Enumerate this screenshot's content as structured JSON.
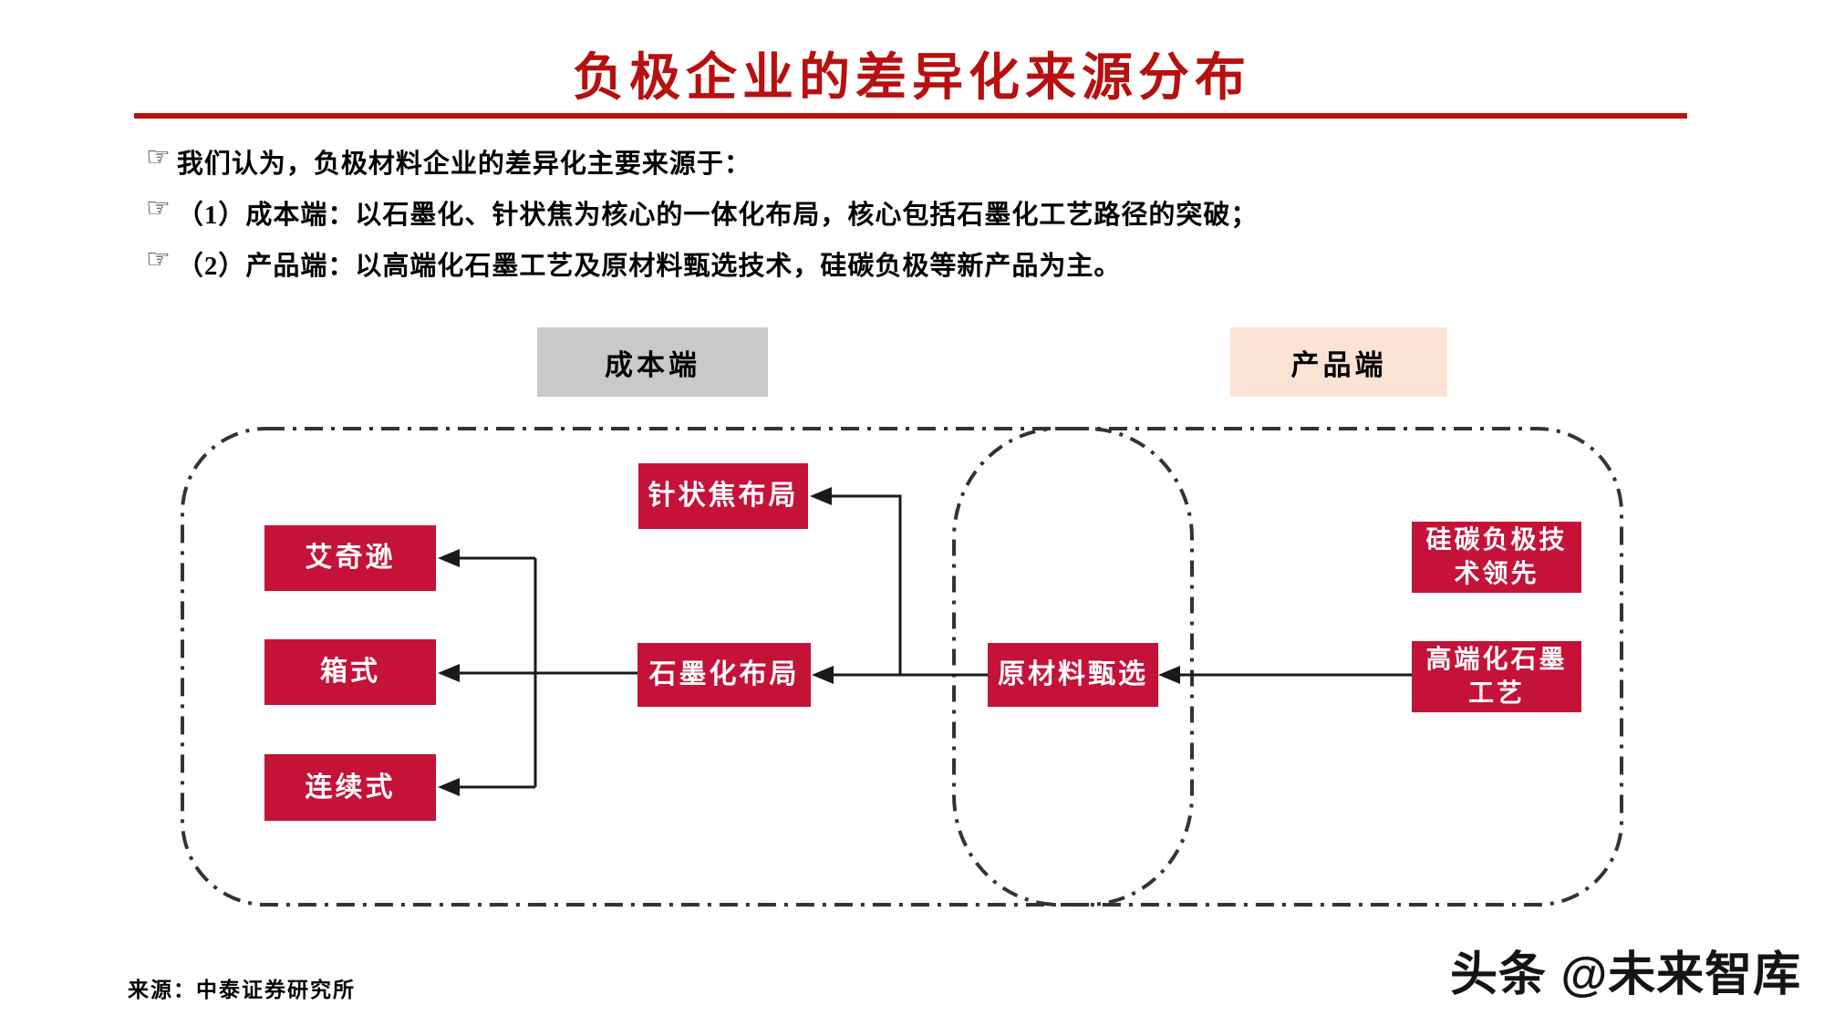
{
  "page": {
    "title": "负极企业的差异化来源分布",
    "bullet_icon": "☞",
    "bullets": [
      {
        "text": "我们认为，负极材料企业的差异化主要来源于："
      },
      {
        "text": "（1）成本端：以石墨化、针状焦为核心的一体化布局，核心包括石墨化工艺路径的突破；"
      },
      {
        "text": "（2）产品端：以高端化石墨工艺及原材料甄选技术，硅碳负极等新产品为主。"
      }
    ],
    "source_note": "来源：中泰证券研究所",
    "watermark": "头条 @未来智库"
  },
  "headers": {
    "cost": {
      "label": "成本端"
    },
    "product": {
      "label": "产品端"
    }
  },
  "diagram": {
    "nodes": {
      "needle_coke": {
        "label": "针状焦布局"
      },
      "acheson": {
        "label": "艾奇逊"
      },
      "box_type": {
        "label": "箱式"
      },
      "continuous": {
        "label": "连续式"
      },
      "graphitization": {
        "label": "石墨化布局"
      },
      "raw_material": {
        "label": "原材料甄选"
      },
      "silicon_anode": {
        "label": "硅碳负极技\n术领先"
      },
      "high_end_graphite": {
        "label": "高端化石墨\n工艺"
      }
    },
    "flow_note": "高端化石墨工艺 → 原材料甄选 → 石墨化布局 → 箱式/艾奇逊/连续式；石墨化布局 ↑ 针状焦布局"
  },
  "colors": {
    "accent_red": "#c41239",
    "title_red": "#b80f0f",
    "header_gray": "#c9c9c9",
    "header_peach": "#fae3d4",
    "line_black": "#2b2b2b"
  }
}
